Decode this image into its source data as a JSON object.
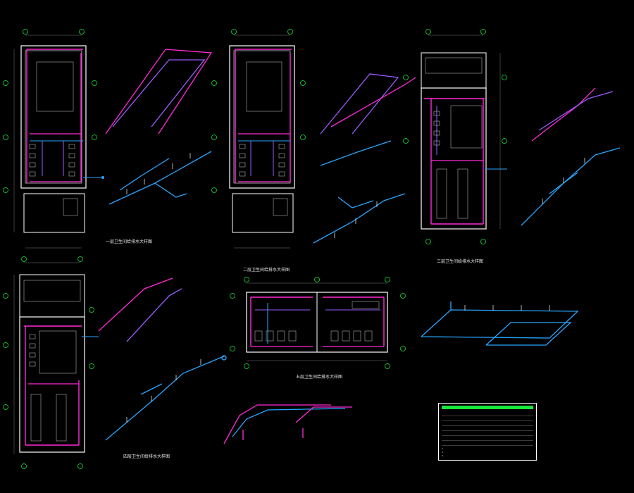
{
  "drawing": {
    "background": "#000000",
    "colors": {
      "wall": "#ffffff",
      "axis_bubble": "#19e63a",
      "hot_pipe": "#ff2bd6",
      "cold_pipe": "#2aa6ff",
      "valve": "#ffffff",
      "fixture": "#cfcfcf",
      "dimension": "#9a9a9a",
      "tag": "#ff3b3b"
    },
    "icons": [
      "grid-axis-bubble",
      "fixture-icon",
      "valve-icon",
      "stair-icon"
    ]
  },
  "captions": {
    "plan_1": "一层卫生间给排水大样图",
    "plan_2": "二层卫生间给排水大样图",
    "plan_3": "三层卫生间给排水大样图",
    "plan_4": "四层卫生间给排水大样图",
    "plan_5": "五层卫生间给排水大样图"
  },
  "legend": {
    "rows": 8,
    "notes": [
      "1.",
      "2.",
      "3."
    ]
  }
}
